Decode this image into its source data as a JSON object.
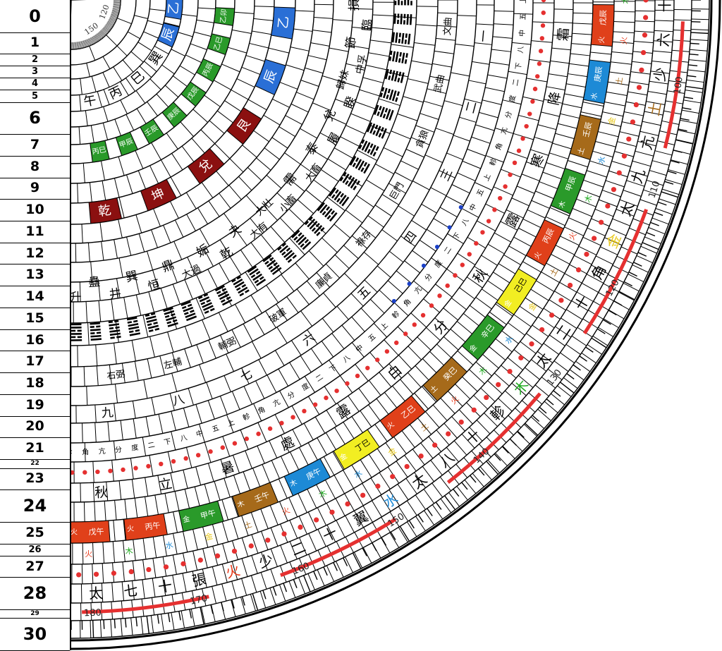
{
  "ruler": {
    "rows": [
      {
        "label": "0",
        "size": "big"
      },
      {
        "label": "1",
        "size": "mid"
      },
      {
        "label": "2",
        "size": "small"
      },
      {
        "label": "3",
        "size": "small"
      },
      {
        "label": "4",
        "size": "small"
      },
      {
        "label": "5",
        "size": "small"
      },
      {
        "label": "6",
        "size": "big"
      },
      {
        "label": "7",
        "size": "mid"
      },
      {
        "label": "8",
        "size": "mid"
      },
      {
        "label": "9",
        "size": "mid"
      },
      {
        "label": "10",
        "size": "mid"
      },
      {
        "label": "11",
        "size": "mid"
      },
      {
        "label": "12",
        "size": "mid"
      },
      {
        "label": "13",
        "size": "mid"
      },
      {
        "label": "14",
        "size": "mid"
      },
      {
        "label": "15",
        "size": "mid"
      },
      {
        "label": "16",
        "size": "mid"
      },
      {
        "label": "17",
        "size": "mid"
      },
      {
        "label": "18",
        "size": "mid"
      },
      {
        "label": "19",
        "size": "mid"
      },
      {
        "label": "20",
        "size": "mid"
      },
      {
        "label": "21",
        "size": "mid"
      },
      {
        "label": "22",
        "size": "tiny"
      },
      {
        "label": "23",
        "size": "mid"
      },
      {
        "label": "24",
        "size": "big"
      },
      {
        "label": "25",
        "size": "mid"
      },
      {
        "label": "26",
        "size": "small"
      },
      {
        "label": "27",
        "size": "mid"
      },
      {
        "label": "28",
        "size": "big"
      },
      {
        "label": "29",
        "size": "tiny"
      },
      {
        "label": "30",
        "size": "big"
      }
    ]
  },
  "dial": {
    "degree_labels": [
      "100",
      "110",
      "120",
      "130",
      "140",
      "150",
      "160",
      "170",
      "180"
    ],
    "inner_degree_labels": [
      "120",
      "150"
    ],
    "outer_words": [
      "十",
      "六",
      "少",
      "土",
      "亢",
      "九",
      "太",
      "金",
      "角",
      "十",
      "二",
      "太",
      "木",
      "軫",
      "十",
      "八",
      "太",
      "水",
      "翼",
      "十",
      "二",
      "少",
      "火",
      "張",
      "十",
      "七",
      "太"
    ],
    "solar_terms": [
      "霜",
      "降",
      "寒",
      "露",
      "秋",
      "分",
      "白",
      "露",
      "處",
      "暑",
      "立",
      "秋"
    ],
    "stem_cells": [
      {
        "text": "戊辰",
        "el": "火",
        "color": "#e0401a"
      },
      {
        "text": "庚辰",
        "el": "水",
        "color": "#1d8ad6"
      },
      {
        "text": "壬辰",
        "el": "土",
        "color": "#a66a1a"
      },
      {
        "text": "甲辰",
        "el": "木",
        "color": "#2a9a2a"
      },
      {
        "text": "丙辰",
        "el": "火",
        "color": "#e0401a"
      },
      {
        "text": "己巳",
        "el": "金",
        "color": "#f2ee22"
      },
      {
        "text": "辛巳",
        "el": "金",
        "color": "#2a9a2a"
      },
      {
        "text": "癸巳",
        "el": "土",
        "color": "#a66a1a"
      },
      {
        "text": "乙巳",
        "el": "火",
        "color": "#e0401a"
      },
      {
        "text": "丁巳",
        "el": "金",
        "color": "#f2ee22"
      },
      {
        "text": "庚午",
        "el": "木",
        "color": "#1d8ad6"
      },
      {
        "text": "壬午",
        "el": "木",
        "color": "#a66a1a"
      },
      {
        "text": "甲午",
        "el": "金",
        "color": "#2a9a2a"
      },
      {
        "text": "丙午",
        "el": "火",
        "color": "#e0401a"
      },
      {
        "text": "戊午",
        "el": "火",
        "color": "#e0401a"
      }
    ],
    "hexagrams": [
      "損",
      "臨",
      "節",
      "中孚",
      "歸妹",
      "睽",
      "兌",
      "履",
      "泰",
      "大畜",
      "需",
      "小畜",
      "大壯",
      "大有",
      "夬",
      "乾",
      "姤",
      "大過",
      "鼎",
      "恒",
      "巽",
      "井",
      "蠱",
      "升"
    ],
    "stars": [
      "文曲",
      "武曲",
      "貪狼",
      "巨門",
      "祿存",
      "廉貞",
      "破軍",
      "輔弼",
      "左輔",
      "右弼"
    ],
    "numbers": [
      "一",
      "二",
      "三",
      "四",
      "五",
      "六",
      "七",
      "八",
      "九"
    ],
    "main_branches": [
      {
        "text": "乙",
        "color": "#2a6fd6"
      },
      {
        "text": "辰",
        "color": "#2a6fd6"
      },
      {
        "text": "巽",
        "color": "#ffffff"
      },
      {
        "text": "巳",
        "color": "#ffffff"
      },
      {
        "text": "丙",
        "color": "#ffffff"
      },
      {
        "text": "午",
        "color": "#ffffff"
      }
    ],
    "ring4_cells": [
      {
        "text": "乙卯",
        "color": "#2a9a2a"
      },
      {
        "text": "乙巳",
        "color": "#2a9a2a"
      },
      {
        "text": "丙辰",
        "color": "#2a9a2a"
      },
      {
        "text": "戊辰",
        "color": "#2a9a2a"
      },
      {
        "text": "庚辰",
        "color": "#2a9a2a"
      },
      {
        "text": "壬辰",
        "color": "#2a9a2a"
      },
      {
        "text": "甲辰",
        "color": "#2a9a2a"
      },
      {
        "text": "丙巳",
        "color": "#2a9a2a"
      }
    ],
    "ring5_cells": [
      {
        "text": "乙",
        "color": "#2a6fd6"
      },
      {
        "text": "辰",
        "color": "#2a6fd6"
      },
      {
        "text": "艮",
        "color": "#8b1010"
      },
      {
        "text": "兌",
        "color": "#8b1010"
      },
      {
        "text": "坤",
        "color": "#8b1010"
      },
      {
        "text": "乾",
        "color": "#8b1010"
      }
    ],
    "fine_labels": [
      "上",
      "五",
      "中",
      "八",
      "下",
      "二",
      "度",
      "分",
      "亢",
      "角",
      "軫"
    ],
    "element_marks": [
      "木",
      "火",
      "土",
      "金",
      "水"
    ],
    "element_colors": {
      "木": "#22aa22",
      "火": "#e83a1a",
      "土": "#a66a1a",
      "金": "#e8c81a",
      "水": "#1d8ad6"
    }
  }
}
